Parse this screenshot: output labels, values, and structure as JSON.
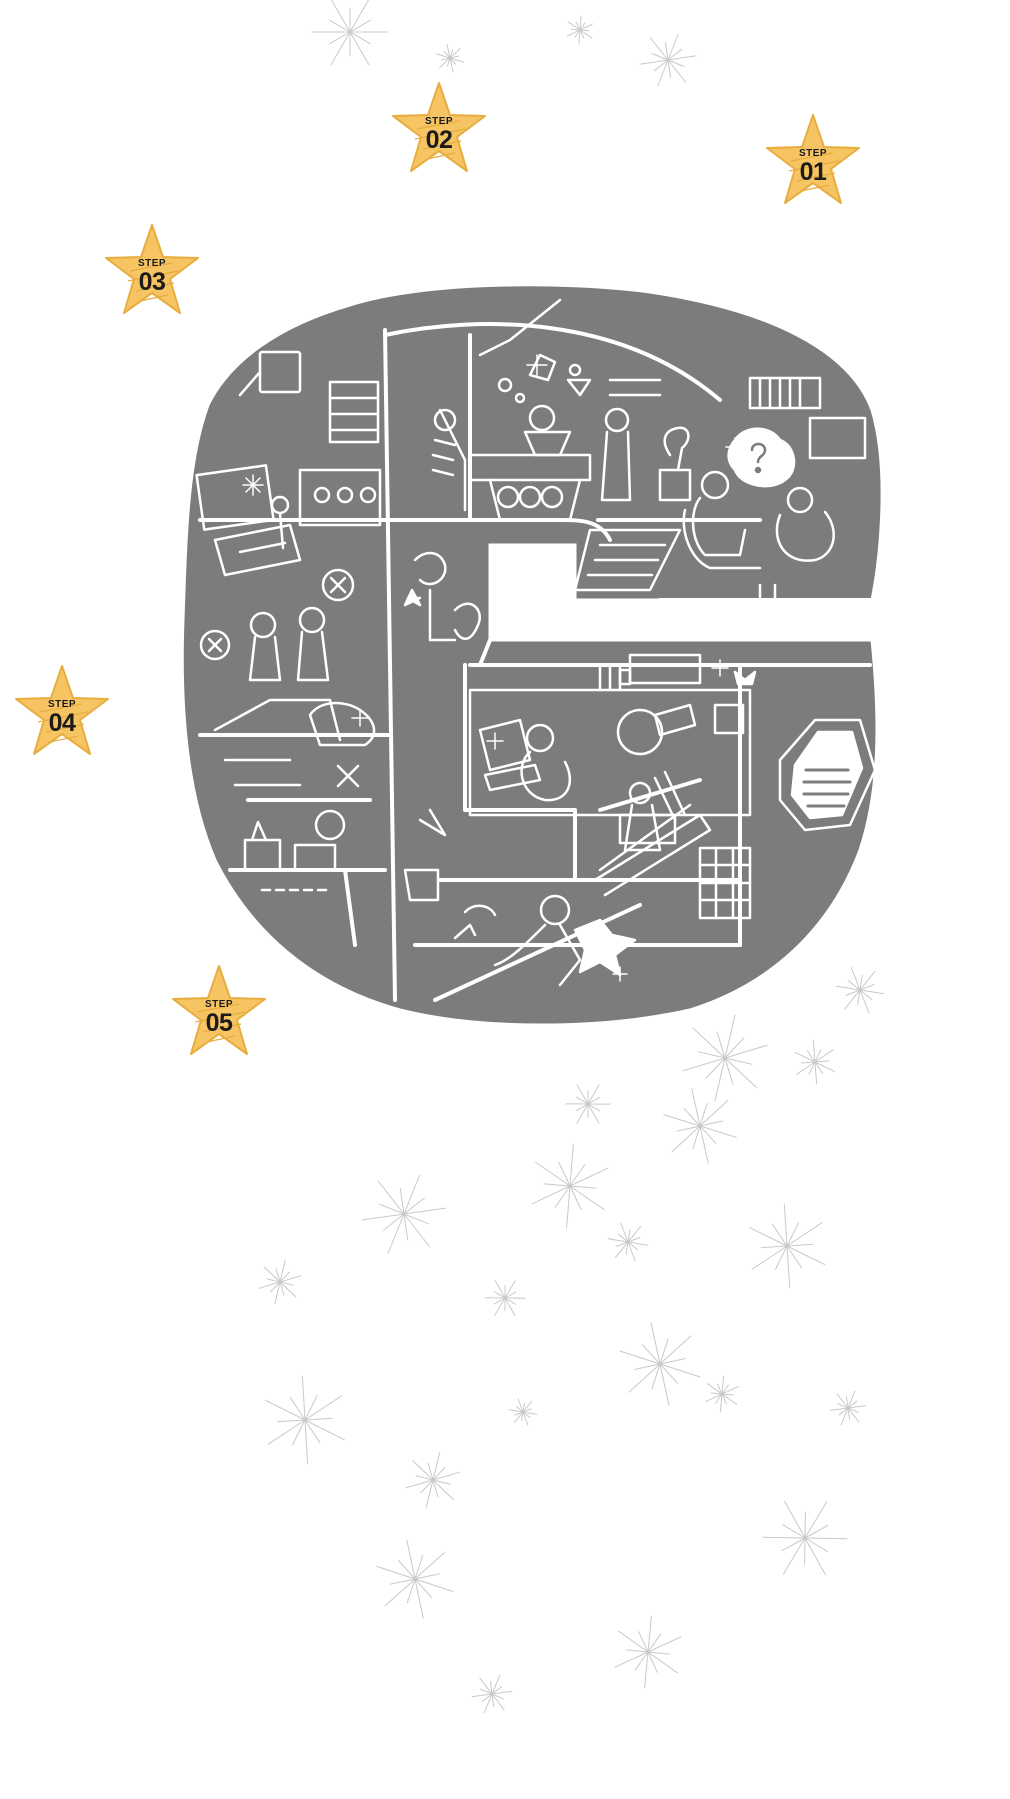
{
  "steps": [
    {
      "label": "STEP",
      "number": "01"
    },
    {
      "label": "STEP",
      "number": "02"
    },
    {
      "label": "STEP",
      "number": "03"
    },
    {
      "label": "STEP",
      "number": "04"
    },
    {
      "label": "STEP",
      "number": "05"
    }
  ],
  "colors": {
    "star_fill": "#f6c463",
    "star_hatch": "#e8ad3f",
    "g_fill": "#7c7c7c",
    "line": "#ffffff",
    "sparkle": "#c9c9c9",
    "step_text": "#1b1b1b"
  },
  "illustration": {
    "subject": "g-shaped-building-illustration"
  }
}
